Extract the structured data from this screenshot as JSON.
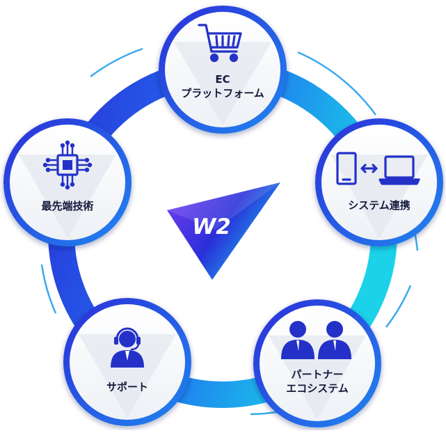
{
  "center_logo": {
    "text": "W2",
    "gradient": [
      "#7b3ff2",
      "#2a2fd9",
      "#1ab8f0"
    ]
  },
  "ring": {
    "gradient": [
      "#2a35d8",
      "#1f6ef0",
      "#1bd2e8"
    ],
    "thin_line_color": "#39a9ee"
  },
  "node_border_gradient": [
    "#2b2fd8",
    "#2286f0"
  ],
  "icon_color": "#2431c8",
  "nodes": [
    {
      "id": "ec-platform",
      "icon": "shopping-cart-icon",
      "lines": [
        "EC",
        "プラットフォーム"
      ]
    },
    {
      "id": "system-integration",
      "icon": "device-link-icon",
      "lines": [
        "システム連携"
      ]
    },
    {
      "id": "partner-ecosystem",
      "icon": "people-icon",
      "lines": [
        "パートナー",
        "エコシステム"
      ]
    },
    {
      "id": "support",
      "icon": "headset-operator-icon",
      "lines": [
        "サポート"
      ]
    },
    {
      "id": "advanced-tech",
      "icon": "chip-icon",
      "lines": [
        "最先端技術"
      ]
    }
  ]
}
